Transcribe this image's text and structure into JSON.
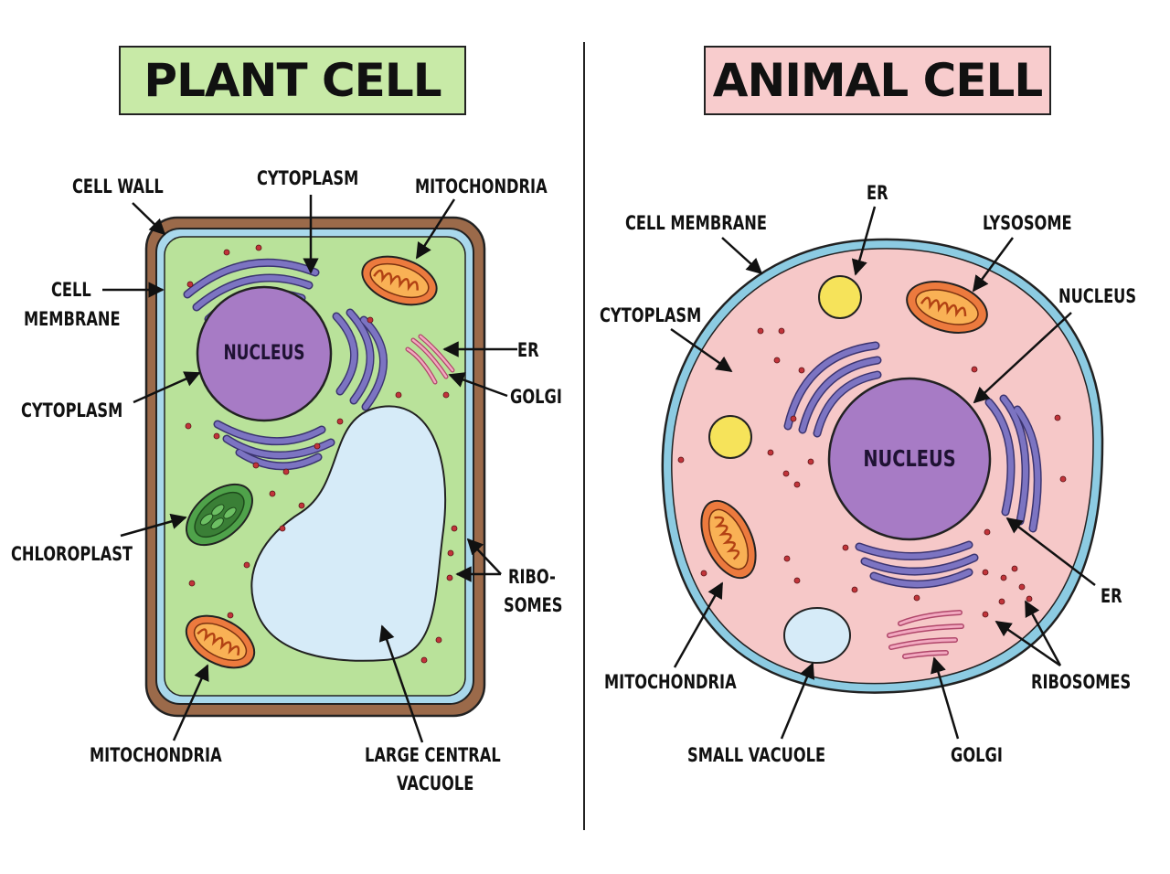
{
  "plant": {
    "title": "PLANT CELL",
    "nucleus_label": "NUCLEUS",
    "labels": {
      "cell_wall": "CELL WALL",
      "cytoplasm_top": "CYTOPLASM",
      "mitochondria_top": "MITOCHONDRIA",
      "cell_membrane_1": "CELL",
      "cell_membrane_2": "MEMBRANE",
      "er": "ER",
      "golgi": "GOLGI",
      "cytoplasm_left": "CYTOPLASM",
      "chloroplast": "CHLOROPLAST",
      "ribosomes_1": "RIBO-",
      "ribosomes_2": "SOMES",
      "mitochondria_bottom": "MITOCHONDRIA",
      "vacuole_1": "LARGE CENTRAL",
      "vacuole_2": "VACUOLE"
    }
  },
  "animal": {
    "title": "ANIMAL CELL",
    "nucleus_label": "NUCLEUS",
    "labels": {
      "cell_membrane": "CELL MEMBRANE",
      "er_top": "ER",
      "lysosome": "LYSOSOME",
      "nucleus": "NUCLEUS",
      "cytoplasm": "CYTOPLASM",
      "er_right": "ER",
      "mitochondria": "MITOCHONDRIA",
      "ribosomes": "RIBOSOMES",
      "small_vacuole": "SMALL VACUOLE",
      "golgi": "GOLGI"
    }
  },
  "colors": {
    "plant_title_bg": "#c8eaa7",
    "animal_title_bg": "#f8cccd",
    "cell_wall": "#9b6a4a",
    "plant_membrane": "#a9d8ec",
    "plant_cytoplasm": "#b9e29a",
    "animal_cytoplasm": "#f6c8c8",
    "animal_membrane": "#8ccbe2",
    "nucleus": "#a77bc5",
    "er": "#7c74c2",
    "vacuole": "#d6ebf8",
    "mitochondria": "#ec7a3e",
    "chloroplast": "#4fa24a",
    "golgi": "#e37f9d",
    "lysosome": "#f6e35a",
    "ribosome": "#c1343a"
  }
}
